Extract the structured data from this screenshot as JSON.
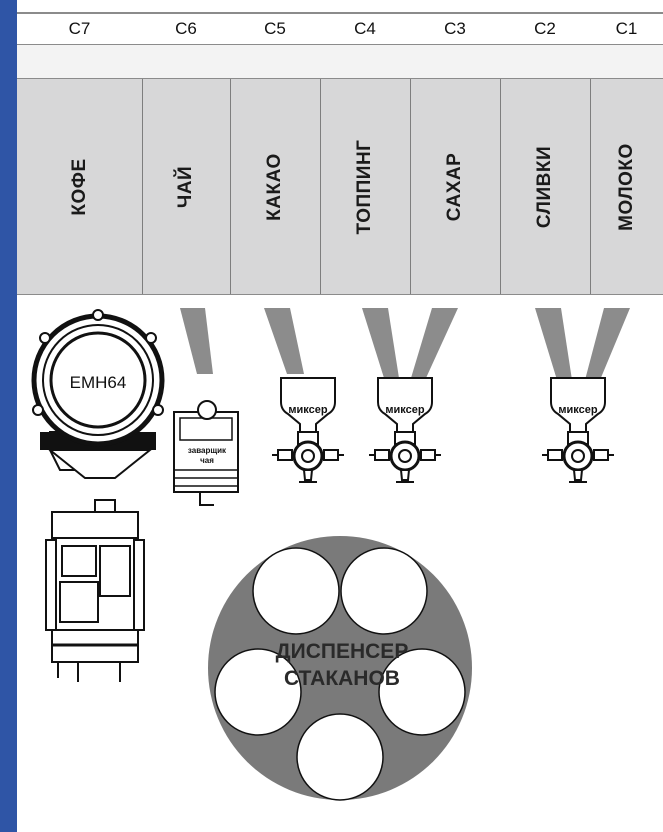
{
  "columns": [
    {
      "code": "C7",
      "bin": "КОФЕ"
    },
    {
      "code": "C6",
      "bin": "ЧАЙ"
    },
    {
      "code": "C5",
      "bin": "КАКАО"
    },
    {
      "code": "C4",
      "bin": "ТОППИНГ"
    },
    {
      "code": "C3",
      "bin": "САХАР"
    },
    {
      "code": "C2",
      "bin": "СЛИВКИ"
    },
    {
      "code": "C1",
      "bin": "МОЛОКО"
    }
  ],
  "grinder": {
    "label": "EMH64"
  },
  "brewer": {
    "label_line1": "заварщик",
    "label_line2": "чая"
  },
  "mixers": [
    {
      "label": "миксер"
    },
    {
      "label": "миксер"
    },
    {
      "label": "миксер"
    }
  ],
  "dispenser": {
    "line1": "ДИСПЕНСЕР",
    "line2": "СТАКАНОВ"
  },
  "colors": {
    "sidebar": "#2f55a6",
    "bin_fill": "#d7d7d8",
    "funnel": "#8c8c8c",
    "dispenser": "#7a7a7a"
  }
}
